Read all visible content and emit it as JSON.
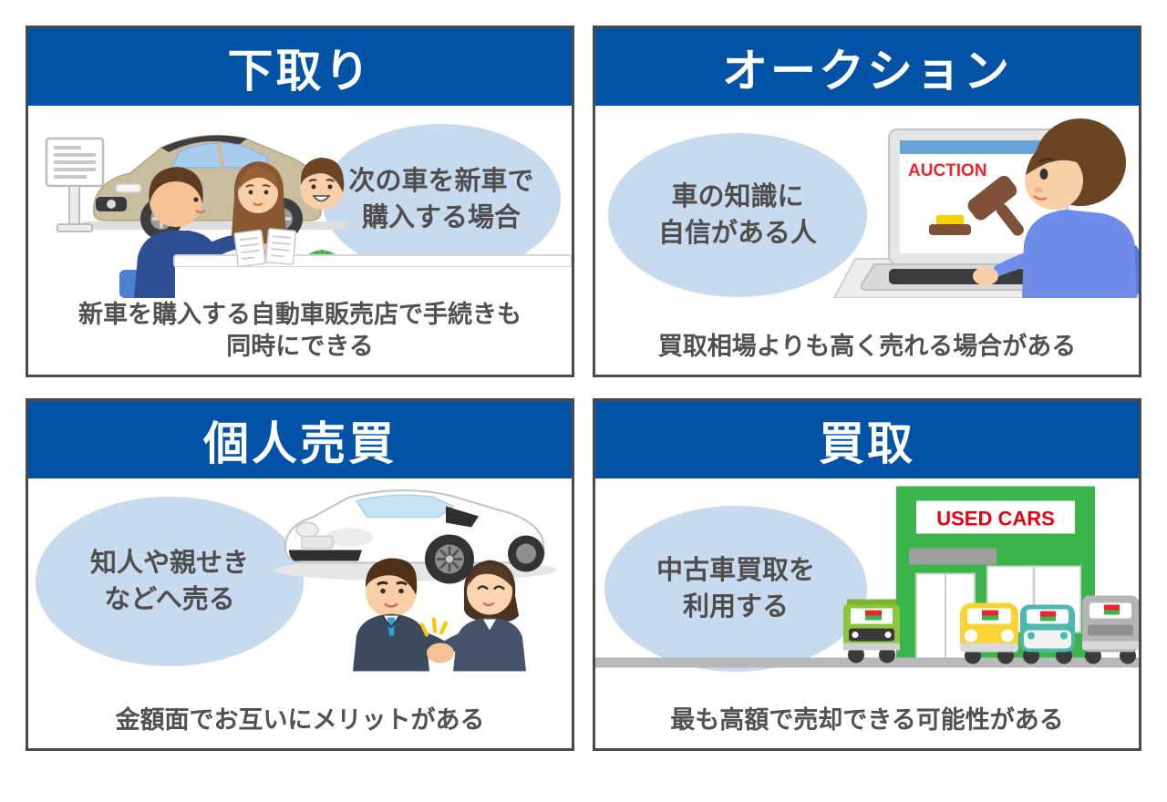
{
  "colors": {
    "header_blue": "#0253a6",
    "panel_border": "#4a4a4a",
    "bubble_blue": "#c8daee",
    "caption_text": "#515151",
    "bubble_text": "#4e4e4e",
    "auction_red": "#e8262d",
    "used_cars_red": "#e60012",
    "shop_green": "#3bb54b"
  },
  "panels": [
    {
      "title": "下取り",
      "bubble": {
        "line1": "次の車を新車で",
        "line2": "購入する場合"
      },
      "caption": {
        "line1": "新車を購入する自動車販売店で手続きも",
        "line2": "同時にできる"
      },
      "illustration": "car-dealership-trade-in-illustration"
    },
    {
      "title": "オークション",
      "bubble": {
        "line1": "車の知識に",
        "line2": "自信がある人"
      },
      "caption": {
        "line1": "買取相場よりも高く売れる場合がある",
        "line2": ""
      },
      "illustration": "online-auction-illustration",
      "screen_label": "AUCTION"
    },
    {
      "title": "個人売買",
      "bubble": {
        "line1": "知人や親せき",
        "line2": "などへ売る"
      },
      "caption": {
        "line1": "金額面でお互いにメリットがある",
        "line2": ""
      },
      "illustration": "handshake-private-sale-illustration"
    },
    {
      "title": "買取",
      "bubble": {
        "line1": "中古車買取を",
        "line2": "利用する"
      },
      "caption": {
        "line1": "最も高額で売却できる可能性がある",
        "line2": ""
      },
      "illustration": "used-car-shop-illustration",
      "shop_sign": "USED CARS"
    }
  ]
}
